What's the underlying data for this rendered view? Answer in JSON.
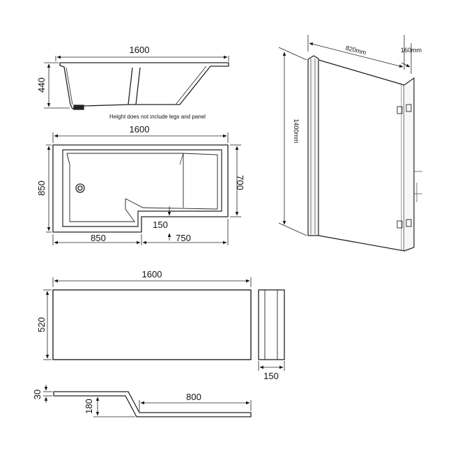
{
  "top_view": {
    "width_label": "1600",
    "height_label": "440",
    "note": "Height does not include legs and panel"
  },
  "plan_view": {
    "width_label": "1600",
    "depth_label": "850",
    "right_depth_label": "700",
    "step_label": "150",
    "left_width_label": "850",
    "right_width_label": "750"
  },
  "screen_view": {
    "panel_width_label": "820mm",
    "return_width_label": "160mm",
    "height_label": "1400mm"
  },
  "front_panel": {
    "width_label": "1600",
    "height_label": "520",
    "end_width_label": "150"
  },
  "profile_view": {
    "thickness_label": "30",
    "drop_label": "180",
    "length_label": "800"
  }
}
